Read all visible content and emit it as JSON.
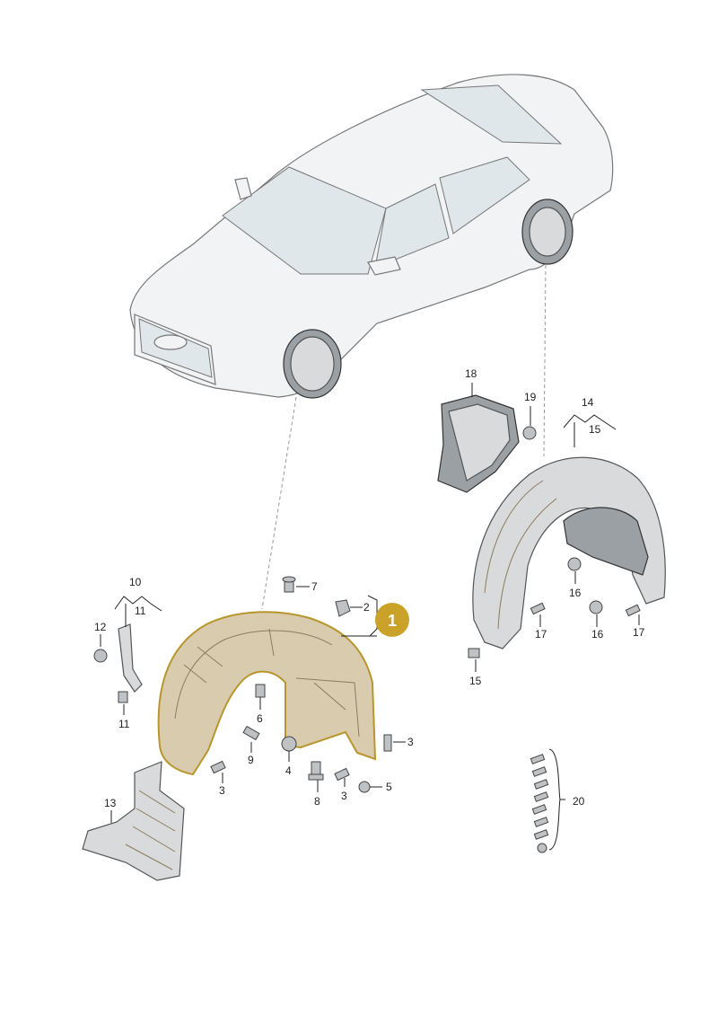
{
  "highlight_color": "#c9a227",
  "selected_part": "1",
  "callout_labels": {
    "l2": "2",
    "l3a": "3",
    "l3b": "3",
    "l3c": "3",
    "l4": "4",
    "l5": "5",
    "l6": "6",
    "l7": "7",
    "l8": "8",
    "l9": "9",
    "l10": "10",
    "l11a": "11",
    "l11b": "11",
    "l12": "12",
    "l13": "13",
    "l14": "14",
    "l15a": "15",
    "l15b": "15",
    "l16a": "16",
    "l16b": "16",
    "l17a": "17",
    "l17b": "17",
    "l18": "18",
    "l19": "19",
    "l20": "20"
  }
}
